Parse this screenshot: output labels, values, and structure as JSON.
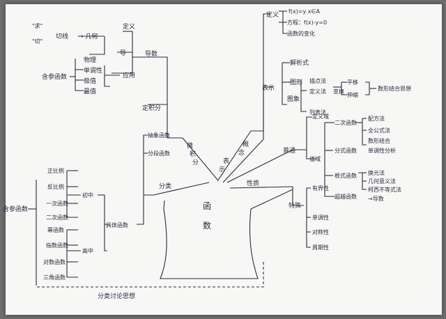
{
  "center": [
    "函",
    "数"
  ],
  "branch_labels": {
    "weijifen": [
      "微",
      "积",
      "分"
    ],
    "gainian": [
      "概",
      "念"
    ],
    "biaoshi": [
      "表",
      "示"
    ],
    "fenlei": "分类",
    "xingzhi": "性质"
  },
  "calculus": {
    "quote1": "\"求\"",
    "quote2": "\"切\"",
    "qiexian": "切线",
    "qiehu": "→ 几何",
    "dingyi": "定义",
    "dao": "导",
    "daoshu": "导数",
    "leftgroup": "含参函数",
    "wuli": "物理",
    "dandiaoxing": "单调性",
    "jizhi": "极值",
    "zuizhi": "最值",
    "yingyong": "应用",
    "dingjifen": "定积分"
  },
  "concept": {
    "dingyi": "定义",
    "formula1": "f(x)=y   x∈A",
    "formula2": "方程：f(x)-y=0",
    "hanshu_de_bianhua": "函数的变化"
  },
  "representation": {
    "biaoshi": "表示",
    "jiexishi": "解析式",
    "tuxing": "图形",
    "tuxiang": "图象",
    "miaodianfa": "描点法",
    "dingyifa": "定义法",
    "bianhuan": "变换",
    "pingyi": "平移",
    "shensuo": "伸缩",
    "shuxingjiehe": "数形结合思想",
    "liebiaofa": "列表法"
  },
  "properties": {
    "putong": "普通",
    "dingyiyu": "定义域",
    "zhiyu": "值域",
    "erci": "二次函数",
    "peifangfa": "配方法",
    "jiaoshifa": "全公式法",
    "shuxing": "数形结合",
    "dandiaoxing_fenxi": "单调性分析",
    "fenshi": "分式函数",
    "genshi": "根式函数",
    "huanyuanfa": "换元法",
    "jihe_yiyi": "几何意义法",
    "jiben_budengshi": "柯西不等式法",
    "chaoyue": "超越函数",
    "daoshu": "→导数",
    "teshu": "特殊",
    "youjiexing": "有界性",
    "dandiao": "单调性",
    "duichen": "对称性",
    "zhouqi": "周期性"
  },
  "classification": {
    "chouxiang": "抽象函数",
    "fenduan": "分段函数",
    "juti": "具体函数",
    "chuzhong": "初中",
    "gaozhong": "高中",
    "zhengbili": "正比例",
    "fanbili": "反比例",
    "yici": "一次函数",
    "erci": "二次函数",
    "mi": "幂函数",
    "zhishu": "指数函数",
    "duishu": "对数函数",
    "sanjiao": "三角函数",
    "hancan": "含参函数",
    "fenlei_taolun": "分类讨论思想"
  }
}
